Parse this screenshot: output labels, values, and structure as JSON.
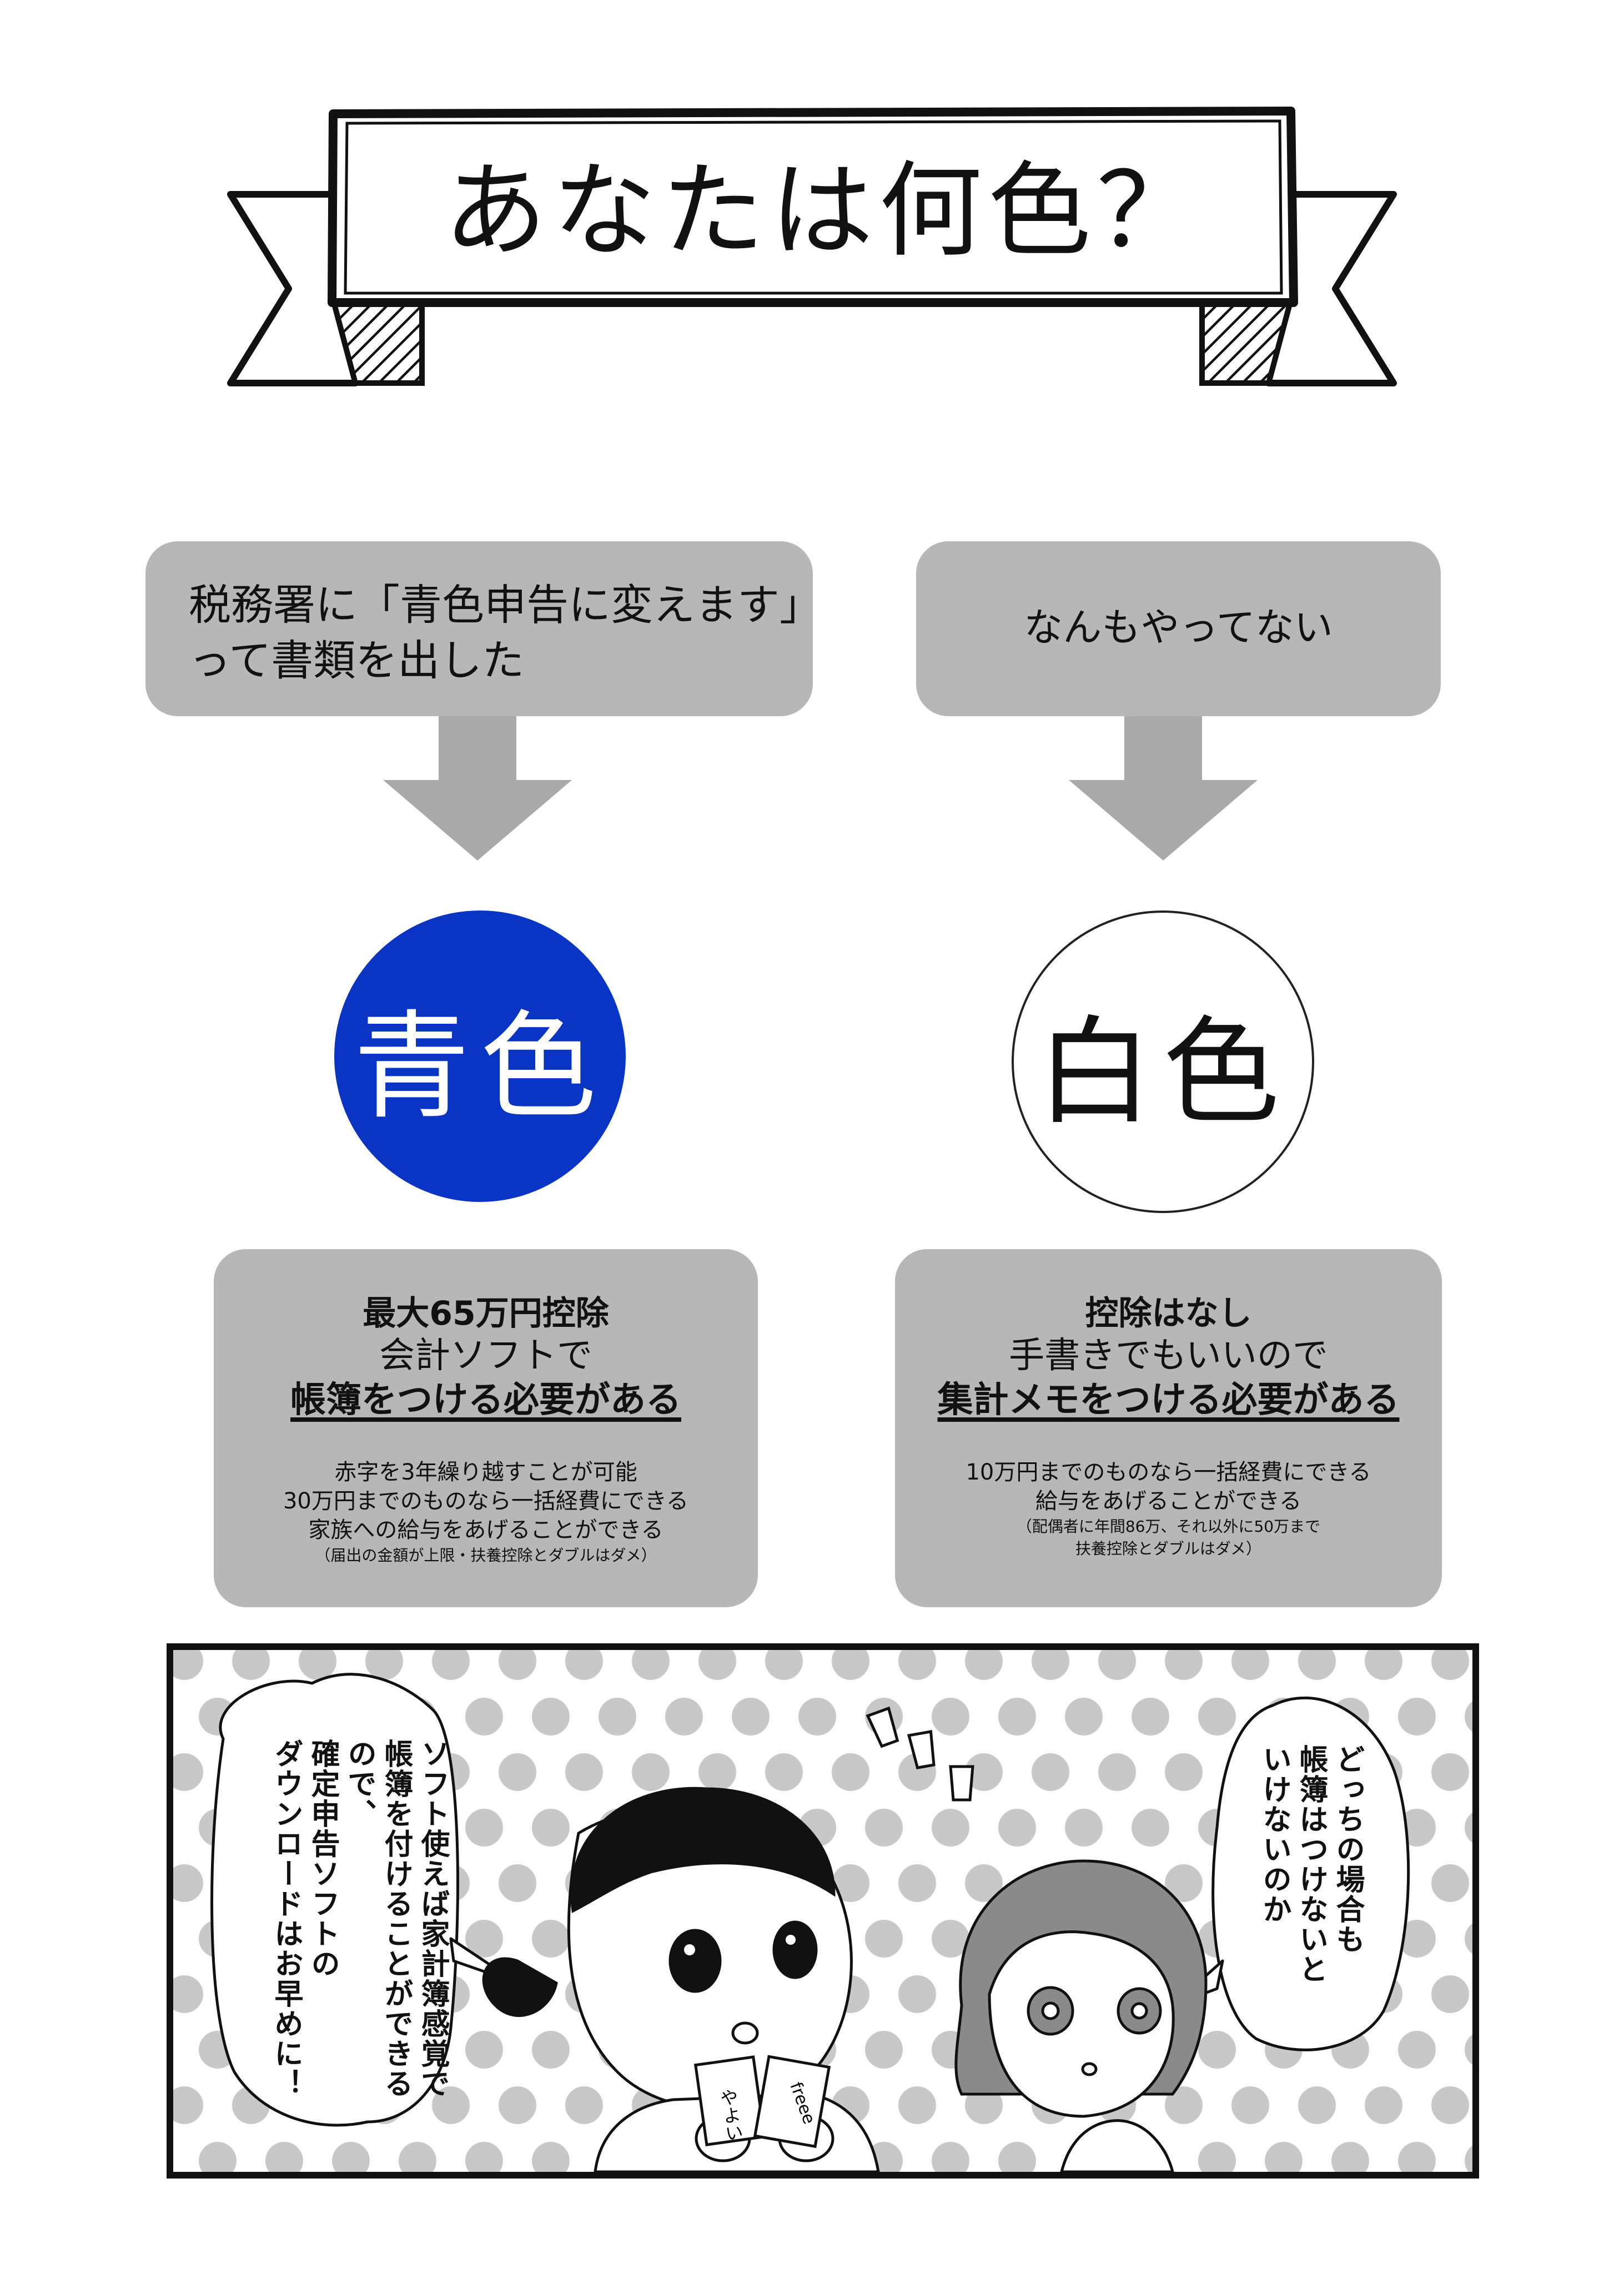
{
  "title": "あなたは何色？",
  "left": {
    "question_lines": [
      "税務署に「青色申告に変えます」",
      "って書類を出した"
    ],
    "result": "青色",
    "result_color": "#0a35c4",
    "headline": "最大65万円控除",
    "sub": "会計ソフトで",
    "requirement": "帳簿をつける必要がある",
    "notes": [
      "赤字を3年繰り越すことが可能",
      "30万円までのものなら一括経費にできる",
      "家族への給与をあげることができる"
    ],
    "footnote": "（届出の金額が上限・扶養控除とダブルはダメ）"
  },
  "right": {
    "question": "なんもやってない",
    "result": "白色",
    "headline": "控除はなし",
    "sub": "手書きでもいいので",
    "requirement": "集計メモをつける必要がある",
    "notes": [
      "10万円までのものなら一括経費にできる",
      "給与をあげることができる"
    ],
    "footnotes": [
      "（配偶者に年間86万、それ以外に50万まで",
      "扶養控除とダブルはダメ）"
    ]
  },
  "panel": {
    "left_bubble": [
      "ソフト使えば家計簿感覚で",
      "帳簿を付けることができるので、",
      "確定申告ソフトの",
      "ダウンロードはお早めに！"
    ],
    "right_bubble": [
      "どっちの場合も",
      "帳簿はつけないと",
      "いけないのか"
    ],
    "card_yayoi": "やよい",
    "card_freee": "freee"
  },
  "colors": {
    "box_gray": "#b7b7b7",
    "blue": "#0a35c4",
    "dot_gray": "#c8c8c8"
  }
}
